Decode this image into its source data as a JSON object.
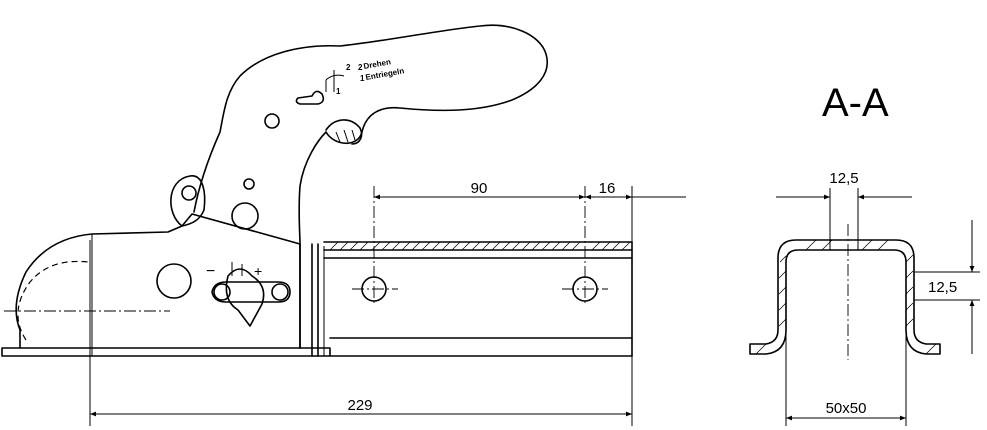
{
  "dimensions": {
    "hole_spacing": "90",
    "end_offset": "16",
    "total_length": "229",
    "flange_width": "12,5",
    "flange_height": "12,5",
    "profile_size": "50x50"
  },
  "section_label": "A-A",
  "handle_marking": {
    "step1_number": "1",
    "step2_number": "2",
    "step1_text": "Entriegeln",
    "step2_text": "Drehen"
  },
  "indicator_marks": {
    "minus": "−",
    "plus": "+"
  }
}
